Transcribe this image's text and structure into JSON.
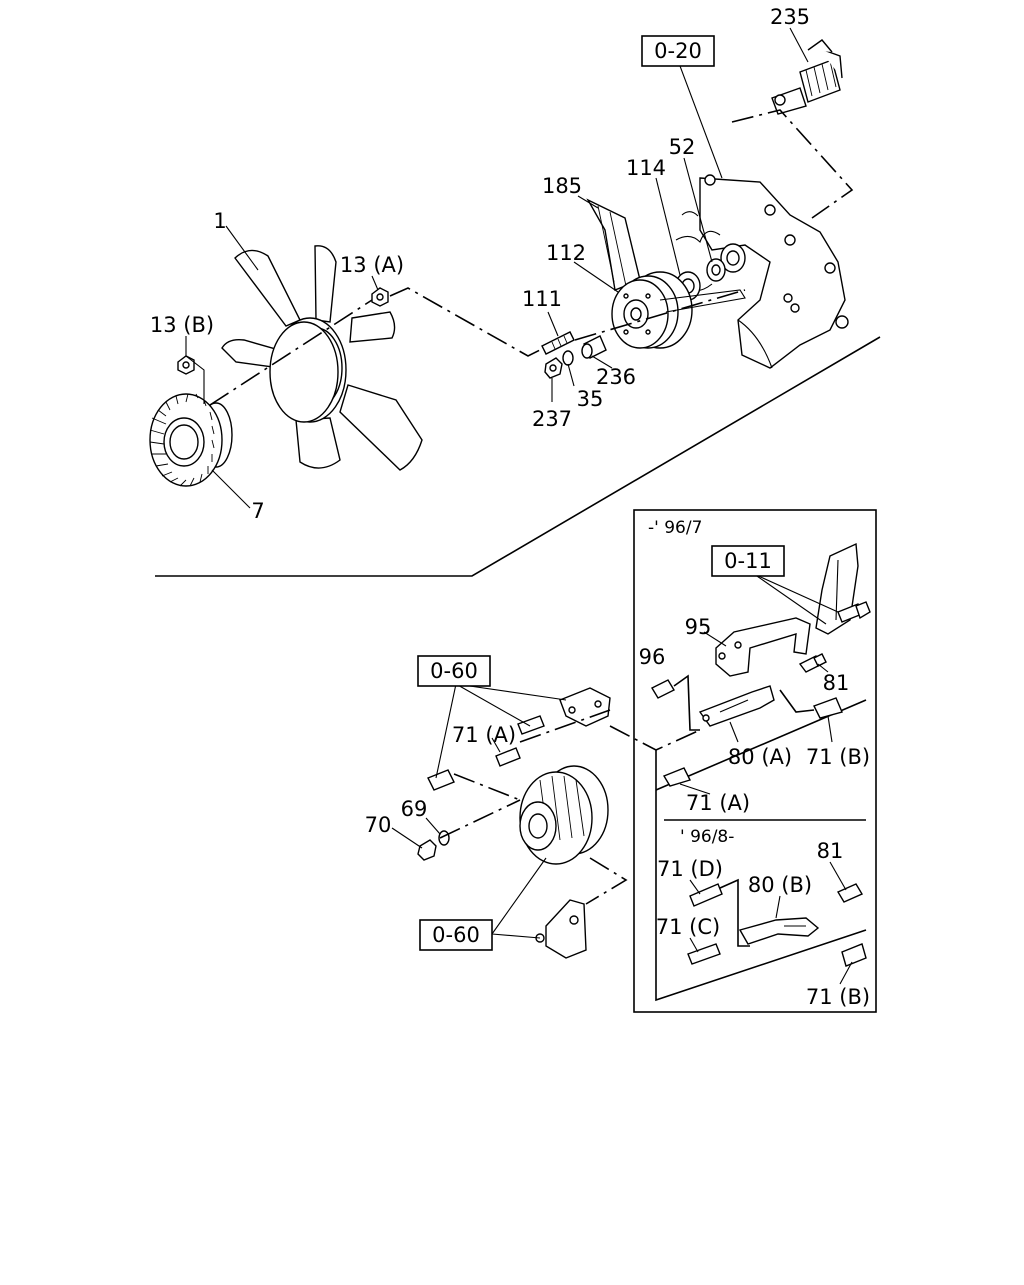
{
  "labels": {
    "l235": "235",
    "l52": "52",
    "l114": "114",
    "l185": "185",
    "l112": "112",
    "l1": "1",
    "l13a": "13 (A)",
    "l13b": "13 (B)",
    "l111": "111",
    "l236": "236",
    "l35": "35",
    "l237": "237",
    "l7": "7",
    "l95": "95",
    "l96": "96",
    "l81a": "81",
    "l71a1": "71 (A)",
    "l80a": "80 (A)",
    "l71b1": "71 (B)",
    "l71a2": "71 (A)",
    "l69": "69",
    "l70": "70",
    "l71d": "71 (D)",
    "l80b": "80 (B)",
    "l81b": "81",
    "l71c": "71 (C)",
    "l71b2": "71 (B)"
  },
  "refs": {
    "r020": "0-20",
    "r011": "0-11",
    "r060a": "0-60",
    "r060b": "0-60"
  },
  "variants": {
    "early": "-' 96/7",
    "late": "' 96/8-"
  }
}
